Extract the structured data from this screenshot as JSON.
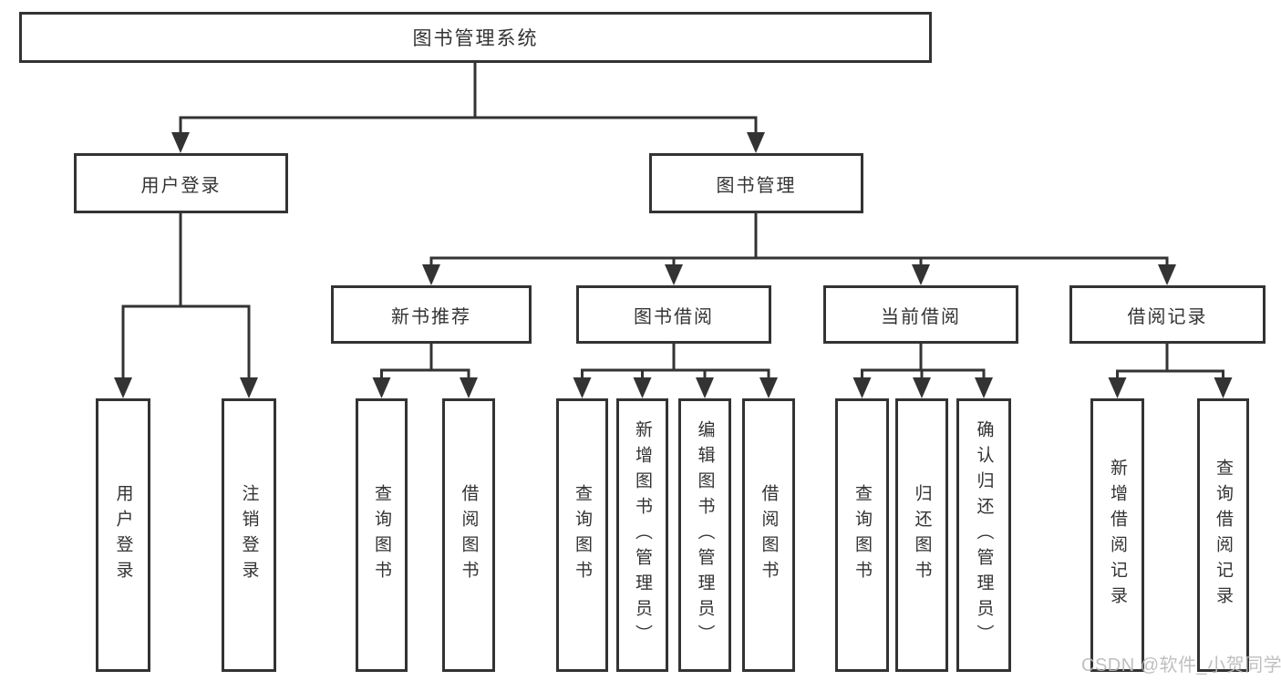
{
  "colors": {
    "line": "#333333",
    "box_border": "#333333",
    "text": "#333333",
    "watermark_text": "#b9b9b9",
    "background": "#ffffff"
  },
  "tree": {
    "root": "图书管理系统",
    "branches": [
      {
        "label": "用户登录",
        "children": [
          "用户登录",
          "注销登录"
        ]
      },
      {
        "label": "图书管理",
        "groups": [
          {
            "label": "新书推荐",
            "children": [
              "查询图书",
              "借阅图书"
            ]
          },
          {
            "label": "图书借阅",
            "children": [
              "查询图书",
              "新增图书（管理员）",
              "编辑图书（管理员）",
              "借阅图书"
            ]
          },
          {
            "label": "当前借阅",
            "children": [
              "查询图书",
              "归还图书",
              "确认归还（管理员）"
            ]
          },
          {
            "label": "借阅记录",
            "children": [
              "新增借阅记录",
              "查询借阅记录"
            ]
          }
        ]
      }
    ]
  },
  "watermark": {
    "text": "CSDN @软件_小贺同学"
  }
}
